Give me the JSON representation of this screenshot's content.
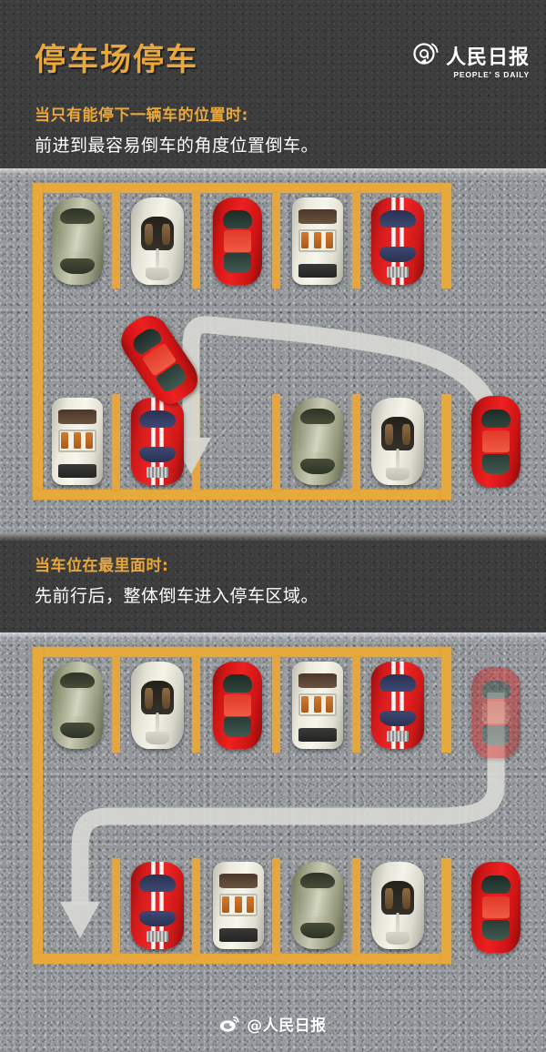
{
  "header": {
    "title": "停车场停车",
    "logo": {
      "at_icon": "at-sign-signal-icon",
      "cn_name": "人民日报",
      "en_name": "PEOPLE' S DAILY"
    }
  },
  "sections": [
    {
      "heading": "当只有能停下一辆车的位置时:",
      "body": "前进到最容易倒车的角度位置倒车。"
    },
    {
      "heading": "当车位在最里面时:",
      "body": "先前行后，整体倒车进入停车区域。"
    }
  ],
  "footer": {
    "weibo_icon": "weibo-icon",
    "handle": "@人民日报"
  },
  "colors": {
    "accent_gold": "#e9a73c",
    "paint_yellow": "#e8a93c",
    "band_dark": "#3c3c3c",
    "asphalt": "#94989c",
    "arrow_grey": "#d7d8d2",
    "car_red": "#ee2020",
    "car_olive": "#9ca084",
    "car_cream": "#f5f4ea"
  },
  "diagrams": [
    {
      "name": "single-space-available",
      "top_row": [
        {
          "type": "sedan",
          "color": "olive"
        },
        {
          "type": "super",
          "color": "cream"
        },
        {
          "type": "ferrari",
          "color": "red"
        },
        {
          "type": "wagon",
          "color": "cream"
        },
        {
          "type": "gt",
          "color": "red-white-stripes"
        }
      ],
      "bottom_row": [
        {
          "type": "wagon",
          "color": "cream"
        },
        {
          "type": "gt",
          "color": "red-white-stripes"
        },
        {
          "type": "empty",
          "color": "none"
        },
        {
          "type": "sedan",
          "color": "olive"
        },
        {
          "type": "super",
          "color": "cream"
        }
      ],
      "maneuvering_car": {
        "type": "ferrari",
        "color": "red",
        "angle_deg": -34
      },
      "approaching_car": {
        "type": "ferrari",
        "color": "red"
      },
      "arrow": "curve-from-right-then-down-into-empty-slot"
    },
    {
      "name": "deepest-space",
      "top_row": [
        {
          "type": "sedan",
          "color": "olive"
        },
        {
          "type": "super",
          "color": "cream"
        },
        {
          "type": "ferrari",
          "color": "red"
        },
        {
          "type": "wagon",
          "color": "cream"
        },
        {
          "type": "gt",
          "color": "red-white-stripes"
        }
      ],
      "bottom_row": [
        {
          "type": "empty",
          "color": "none"
        },
        {
          "type": "gt",
          "color": "red-white-stripes"
        },
        {
          "type": "wagon",
          "color": "cream"
        },
        {
          "type": "sedan",
          "color": "olive"
        },
        {
          "type": "super",
          "color": "cream"
        }
      ],
      "ghost_car": {
        "type": "ferrari",
        "color": "red",
        "opacity": 0.42
      },
      "approaching_car": {
        "type": "ferrari",
        "color": "red"
      },
      "arrow": "down-right-edge-then-left-then-down-into-first-slot"
    }
  ]
}
